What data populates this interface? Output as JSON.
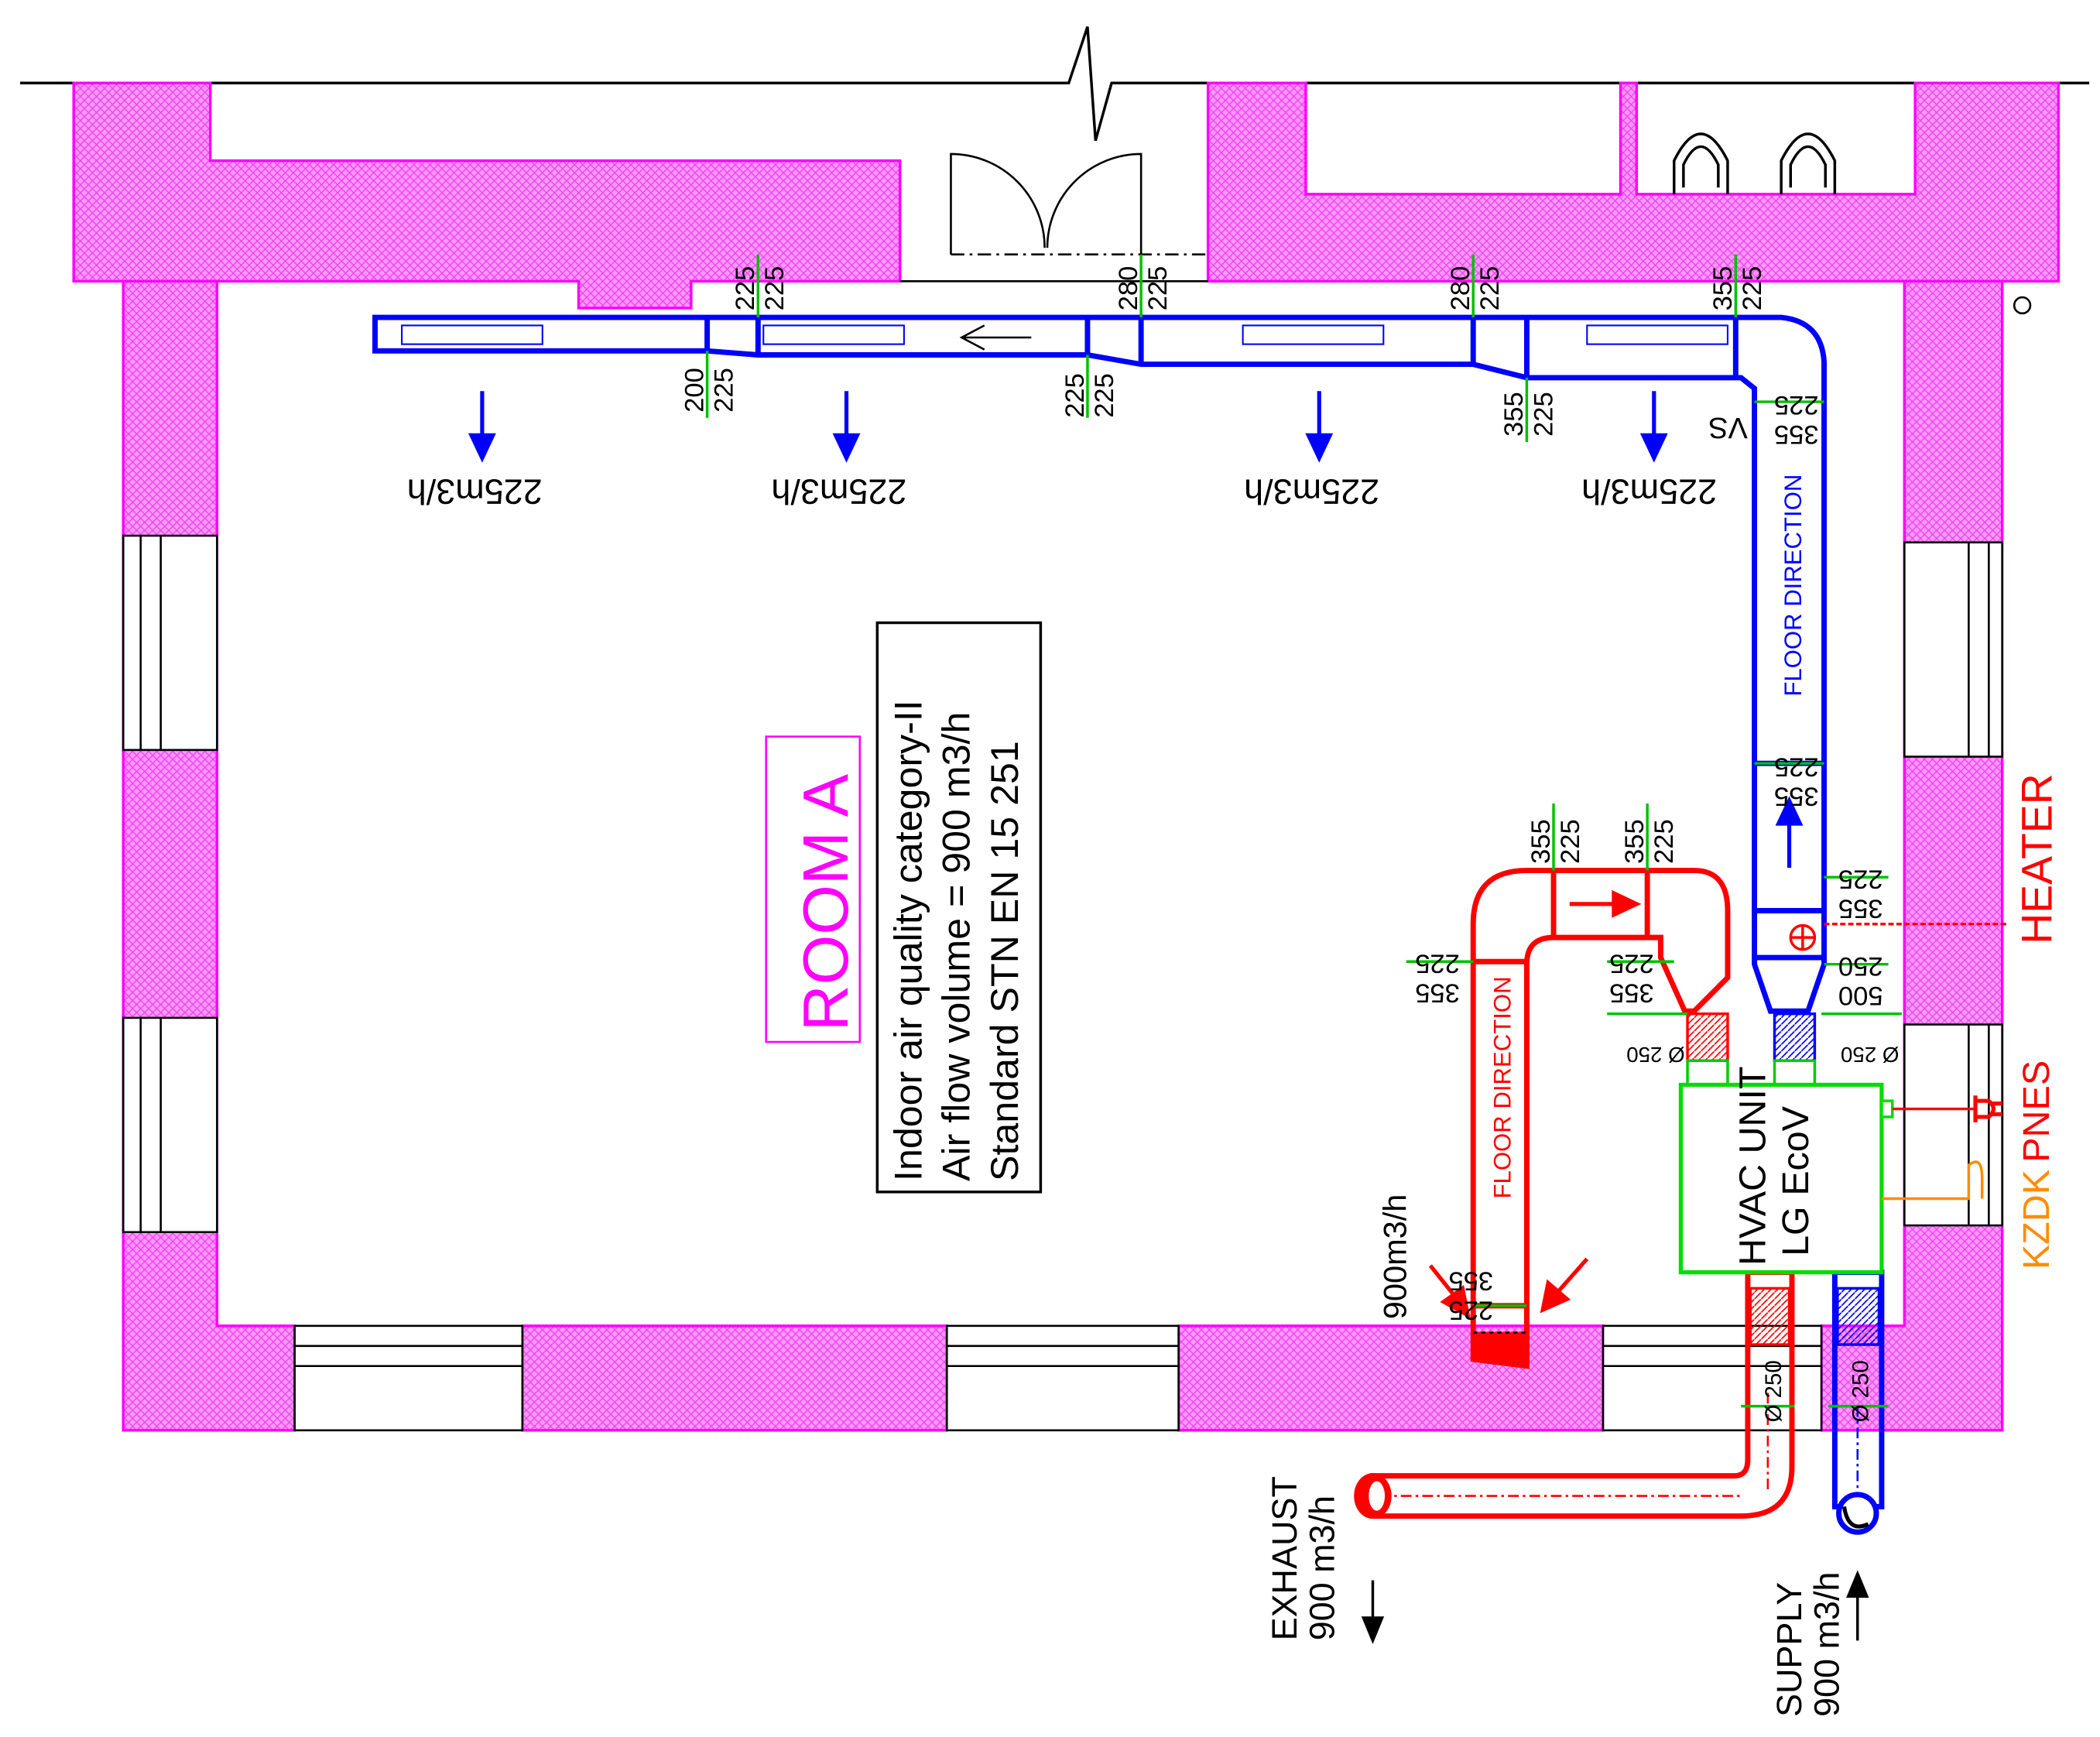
{
  "room": {
    "name": "ROOM A",
    "info": [
      "Indoor air quality category-II",
      "Air flow volume = 900 m3/h",
      "Standard STN EN 15 251"
    ]
  },
  "supply_duct": {
    "outlets_flow": [
      "225m3/h",
      "225m3/h",
      "225m3/h",
      "225m3/h"
    ],
    "floor_direction": "FLOOR DIRECTION",
    "vs_label": "VS",
    "dims": [
      [
        "225",
        "225"
      ],
      [
        "280",
        "225"
      ],
      [
        "280",
        "225"
      ],
      [
        "355",
        "225"
      ],
      [
        "200",
        "225"
      ],
      [
        "225",
        "225"
      ],
      [
        "355",
        "225"
      ],
      [
        "225",
        "355"
      ],
      [
        "225",
        "355"
      ],
      [
        "225",
        "355"
      ]
    ]
  },
  "exhaust_duct": {
    "floor_direction": "FLOOR DIRECTION",
    "intake_flow": "900m3/h",
    "dims": [
      [
        "355",
        "225"
      ],
      [
        "355",
        "225"
      ],
      [
        "225",
        "355"
      ],
      [
        "225",
        "355"
      ],
      [
        "225",
        "355"
      ]
    ]
  },
  "unit": {
    "line1": "HVAC UNIT",
    "line2": "LG EcoV"
  },
  "labels": {
    "heater": "HEATER",
    "pnes": "PNES",
    "kzdk": "KZDK",
    "diam_red_1": "Ø 250",
    "diam_blue_1": "Ø 250",
    "diam_red_2": "Ø 250",
    "diam_blue_2": "Ø 250",
    "dim_250_500": [
      "250",
      "500"
    ],
    "exhaust": "EXHAUST",
    "exhaust_flow": "900 m3/h",
    "supply": "SUPPLY",
    "supply_flow": "900 m3/h"
  },
  "colors": {
    "wall": "#ff00ff",
    "supply": "#0000ff",
    "exhaust": "#ff0000",
    "unit": "#00dd00",
    "kzdk": "#ff8c00",
    "dimension": "#00c000"
  }
}
